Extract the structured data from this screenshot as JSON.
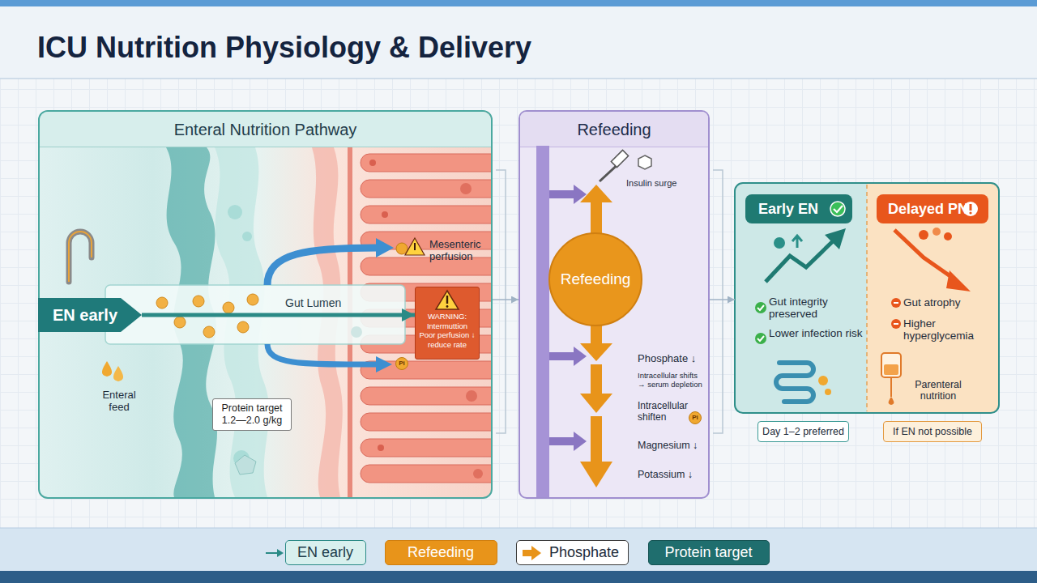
{
  "diagram": {
    "title": "ICU Nutrition Physiology & Delivery",
    "nodes": [
      {
        "text": [
          "Enteral Nutrition Pathway"
        ]
      },
      {
        "text": [
          "EN early"
        ],
        "in": 0
      },
      {
        "text": [
          "WARNING: Intermuttion Poor perfusion ↓ reduce rate"
        ],
        "in": 0
      },
      {
        "text": [
          "Protein target 1.2—2.0 g/kg"
        ],
        "in": 0
      },
      {
        "text": [
          "Refeeding"
        ]
      },
      {
        "text": [
          "Refeeding"
        ],
        "in": 4
      },
      {
        "text": [
          "Early EN",
          "Gut integrity preserved",
          "Lower infection risk"
        ]
      },
      {
        "text": [
          "Delayed PN",
          "Gut atrophy",
          "Higher hyperglycemia",
          "Parenteral nutrition"
        ]
      },
      {
        "text": [
          "Day 1–2 preferred"
        ]
      },
      {
        "text": [
          "If EN not possible"
        ]
      }
    ],
    "edges": [
      {
        "from": 1,
        "to": 2,
        "arrow": "to",
        "label": "Gut Lumen"
      },
      {
        "from": 0,
        "to": 4,
        "arrow": "to"
      },
      {
        "from": 4,
        "to": 6,
        "arrow": "to"
      }
    ],
    "labels": [
      "Enteral feed",
      "Mesenteric perfusion",
      "Pi",
      "Insulin surge",
      "Phosphate ↓",
      "Intracellular shifts → serum depletion",
      "Intracellular shiften",
      "Pi",
      "Magnesium ↓",
      "Potassium ↓"
    ],
    "legend": [
      {
        "text": "EN early",
        "color": "#d8f0ee"
      },
      {
        "text": "Refeeding",
        "color": "#e8941a"
      },
      {
        "text": "Phosphate"
      },
      {
        "text": "Protein target",
        "color": "#1f6e6e"
      }
    ]
  }
}
